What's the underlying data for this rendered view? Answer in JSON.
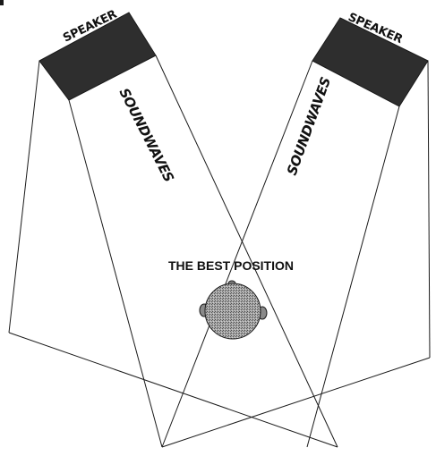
{
  "diagram": {
    "speaker_left_label": "SPEAKER",
    "speaker_right_label": "SPEAKER",
    "wave_left_label": "SOUNDWAVES",
    "wave_right_label": "SOUNDWAVES",
    "best_position_label": "THE BEST POSITION"
  },
  "icons": {
    "listener": "listener-head-icon"
  },
  "colors": {
    "speaker_fill": "#2e2e2e",
    "line": "#1a1a1a",
    "head_fill": "#9a9a9a",
    "background": "#ffffff"
  }
}
